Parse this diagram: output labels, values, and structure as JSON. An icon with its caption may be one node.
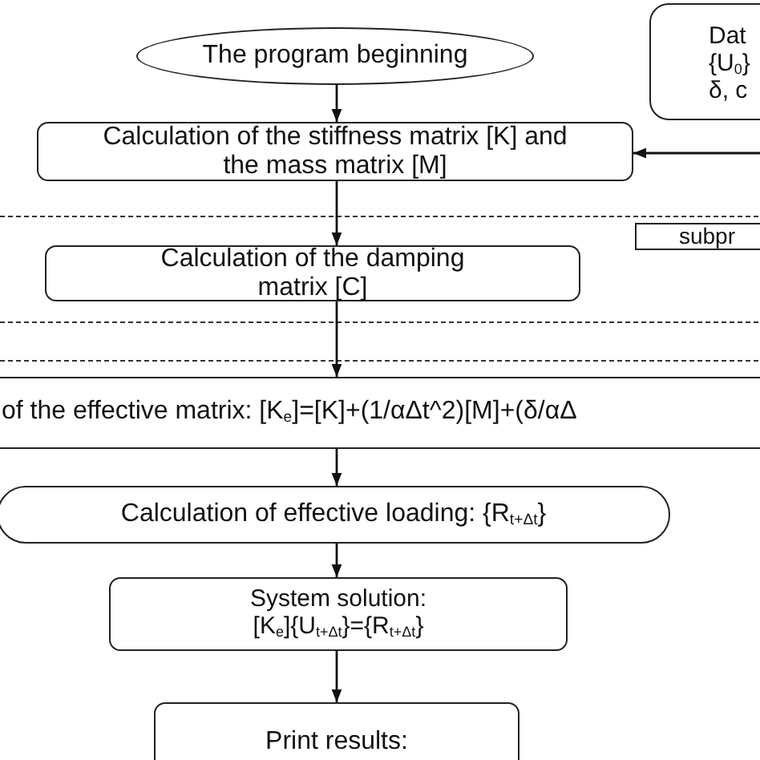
{
  "diagram": {
    "nodes": [
      {
        "text": [
          "The program beginning"
        ]
      },
      {
        "text": [
          "Dat {U$_{0}$} δ, c"
        ]
      },
      {
        "text": [
          "Calculation of the stiffness matrix [K] and the mass matrix [M]"
        ]
      },
      {
        "text": [
          "subpr"
        ]
      },
      {
        "text": [
          "Calculation of the damping matrix [C]"
        ]
      },
      {
        "text": [
          "of the effective matrix: [K$_{e}$]=[K]+(1/αΔt^2)[M]+(δ/αΔ"
        ]
      },
      {
        "text": [
          "Calculation of effective loading: {R$_{t+Δt}$}"
        ]
      },
      {
        "text": [
          "System solution:",
          "[K$_{e}$]{U$_{t+Δt}$}={R$_{t+Δt}$}"
        ]
      },
      {
        "text": [
          "Print results:"
        ]
      }
    ],
    "edges": [
      {
        "from": 0,
        "to": 2,
        "arrow": "to"
      },
      {
        "from": null,
        "to": 2,
        "arrow": "to"
      },
      {
        "from": 2,
        "to": 4,
        "arrow": "to"
      },
      {
        "from": 4,
        "to": 5,
        "arrow": "to"
      },
      {
        "from": 5,
        "to": 6,
        "arrow": "to"
      },
      {
        "from": 6,
        "to": 7,
        "arrow": "to"
      },
      {
        "from": 7,
        "to": 8,
        "arrow": "to"
      }
    ]
  }
}
